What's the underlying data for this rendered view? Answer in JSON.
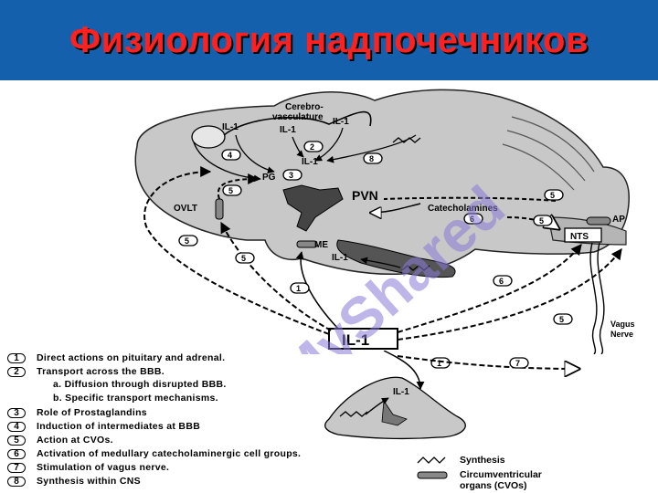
{
  "title": "Физиология надпочечников",
  "watermark": "MyShared",
  "labels": {
    "cerebro": "Cerebro-",
    "vasculature": "vasculature",
    "il1_left": "IL-1",
    "il1_mid": "IL-1",
    "il1_right": "IL-1",
    "il1_center": "IL-1",
    "pg": "PG",
    "pvn": "PVN",
    "catecholamines": "Catecholamines",
    "ovlt": "OVLT",
    "me": "ME",
    "il1_me": "IL-1",
    "nts": "NTS",
    "ap": "AP",
    "il1_main": "IL-1",
    "vagus1": "Vagus",
    "vagus2": "Nerve",
    "il1_adrenal": "IL-1"
  },
  "legend": {
    "items": [
      {
        "num": "1",
        "text": "Direct actions on pituitary and adrenal."
      },
      {
        "num": "2",
        "text": "Transport across the BBB."
      },
      {
        "num": "3",
        "text": "Role of Prostaglandins"
      },
      {
        "num": "4",
        "text": "Induction of intermediates at  BBB"
      },
      {
        "num": "5",
        "text": "Action at CVOs."
      },
      {
        "num": "6",
        "text": "Activation of medullary  catecholaminergic cell groups."
      },
      {
        "num": "7",
        "text": "Stimulation of vagus nerve."
      },
      {
        "num": "8",
        "text": "Synthesis within CNS"
      }
    ],
    "sub_a": "a.  Diffusion through disrupted BBB.",
    "sub_b": "b.  Specific transport mechanisms."
  },
  "key": {
    "synthesis": "Synthesis",
    "cvo1": "Circumventricular",
    "cvo2": "organs (CVOs)"
  },
  "colors": {
    "title_bar": "#1460ac",
    "title_text": "#ff2020",
    "brain": "#c8c8c8",
    "watermark": "#8a7ad6"
  }
}
